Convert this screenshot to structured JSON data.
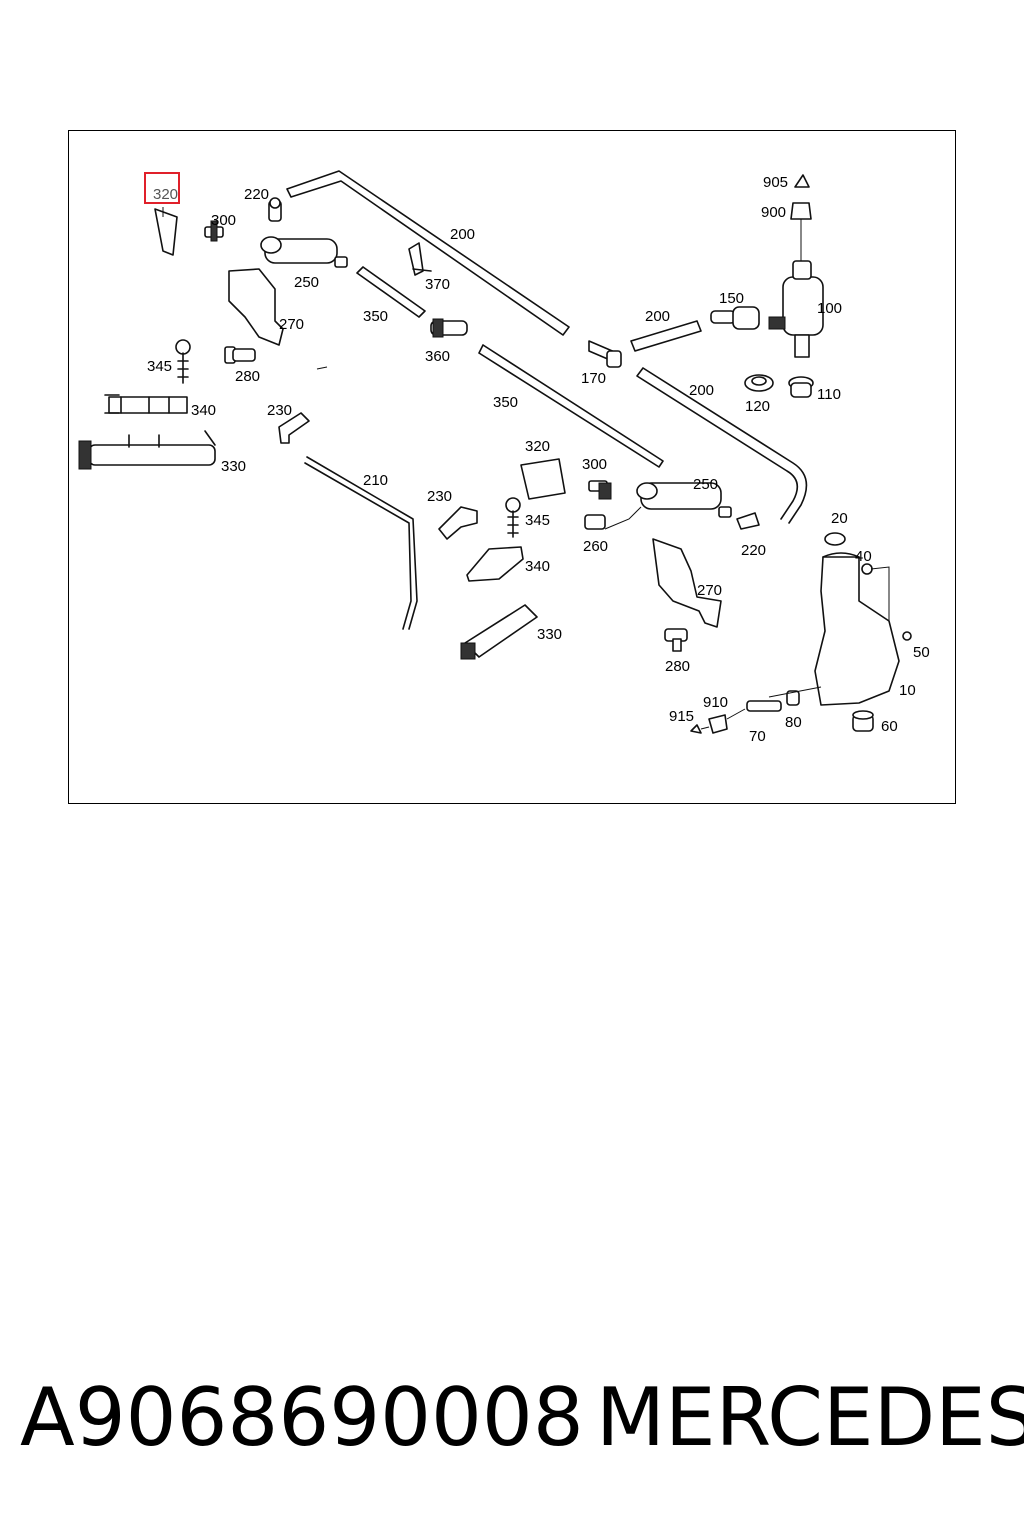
{
  "diagram": {
    "highlighted_label": "320",
    "labels": [
      "320",
      "220",
      "300",
      "250",
      "200",
      "370",
      "350",
      "270",
      "360",
      "345",
      "280",
      "340",
      "230",
      "330",
      "210",
      "350",
      "320",
      "300",
      "250",
      "170",
      "200",
      "150",
      "100",
      "905",
      "900",
      "120",
      "110",
      "200",
      "230",
      "345",
      "340",
      "330",
      "260",
      "220",
      "270",
      "280",
      "20",
      "40",
      "50",
      "10",
      "910",
      "915",
      "70",
      "80",
      "60"
    ]
  },
  "footer": {
    "part_number": "A9068690008",
    "brand": "MERCEDES"
  }
}
